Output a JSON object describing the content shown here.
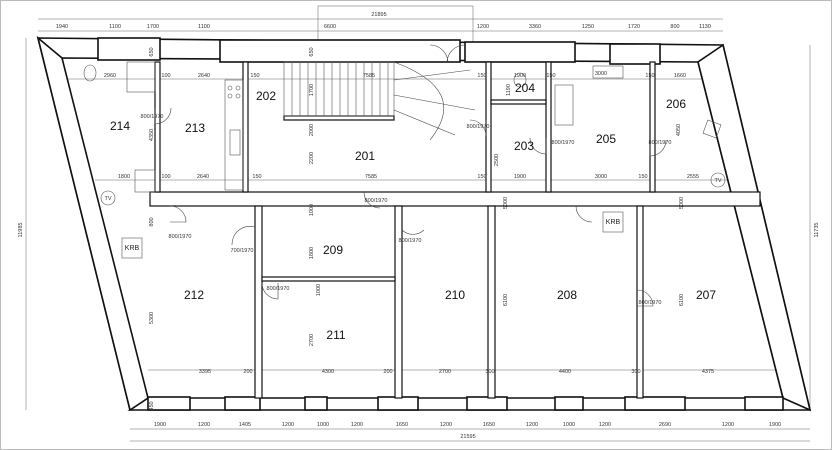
{
  "plan": {
    "overall_top": "21895",
    "overall_bottom": "21595",
    "overall_left": "11985",
    "overall_right": "11735",
    "rooms": [
      "214",
      "213",
      "202",
      "201",
      "204",
      "203",
      "205",
      "206",
      "209",
      "212",
      "210",
      "208",
      "207",
      "211"
    ],
    "top_dims": [
      "1940",
      "1100",
      "1700",
      "1100",
      "6600",
      "1200",
      "3360",
      "1250",
      "1720",
      "800",
      "1130"
    ],
    "bottom_dims": [
      "1900",
      "1200",
      "1405",
      "1200",
      "1000",
      "1200",
      "1650",
      "1200",
      "1650",
      "1200",
      "1000",
      "1200",
      "2690",
      "1200",
      "1900"
    ],
    "upper_row_dims": [
      "2960",
      "100",
      "2640",
      "150",
      "7585",
      "150",
      "1900",
      "150",
      "150",
      "1660"
    ],
    "mid_row_dims": [
      "1800",
      "100",
      "2640",
      "150",
      "7585",
      "150",
      "1900",
      "3000",
      "150",
      "2555"
    ],
    "lower_row_dims": [
      "3395",
      "200",
      "4300",
      "200",
      "2700",
      "300",
      "4400",
      "300",
      "4375"
    ],
    "vertical_dims": [
      "650",
      "650",
      "1700",
      "2000",
      "2200",
      "1000",
      "1800",
      "1000",
      "2700",
      "5300",
      "800",
      "4350",
      "450",
      "6100",
      "6100",
      "5000",
      "5000",
      "1190",
      "2500",
      "4050"
    ],
    "door_labels": [
      "800/1970",
      "800/1970",
      "800/1970",
      "800/1970",
      "800/1970",
      "700/1970",
      "800/1970",
      "800/1970",
      "800/1970",
      "800/1970"
    ],
    "fixtures": {
      "krb_left": "KRB",
      "krb_right": "KRB",
      "tv_left": "TV",
      "tv_right": "TV",
      "appliance": "3000"
    }
  }
}
